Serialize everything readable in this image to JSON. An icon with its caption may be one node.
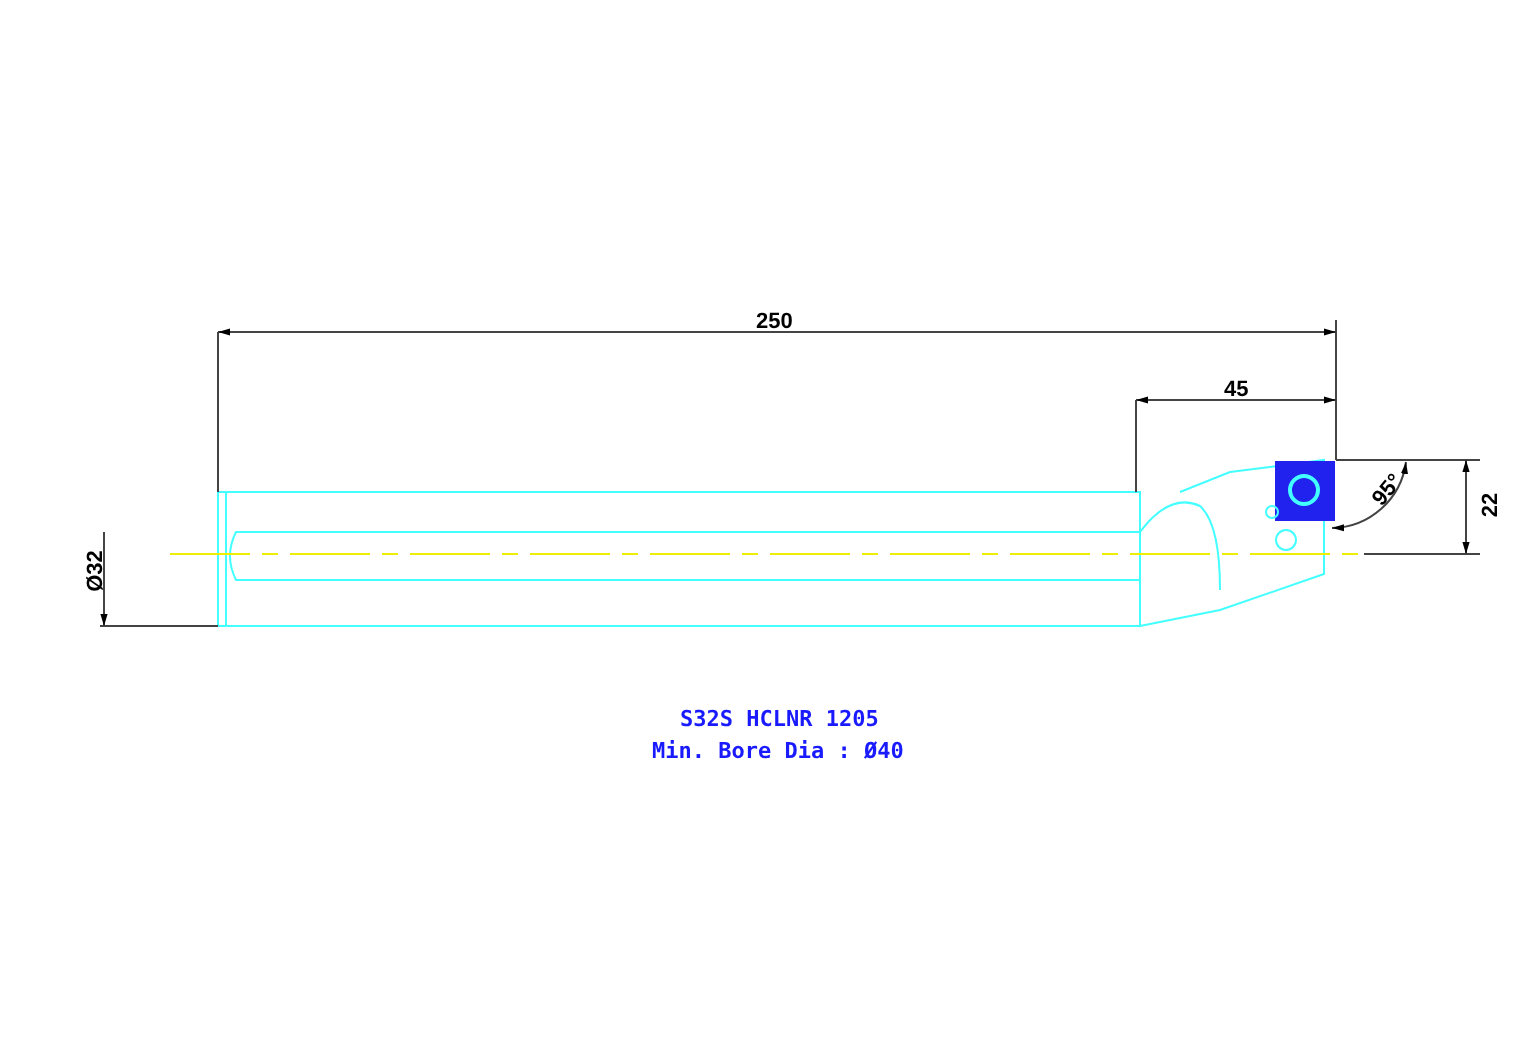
{
  "diagram": {
    "labels": [
      "250",
      "45",
      "Ø32",
      "95°",
      "22",
      "S32S HCLNR 1205",
      "Min. Bore Dia : Ø40"
    ]
  }
}
